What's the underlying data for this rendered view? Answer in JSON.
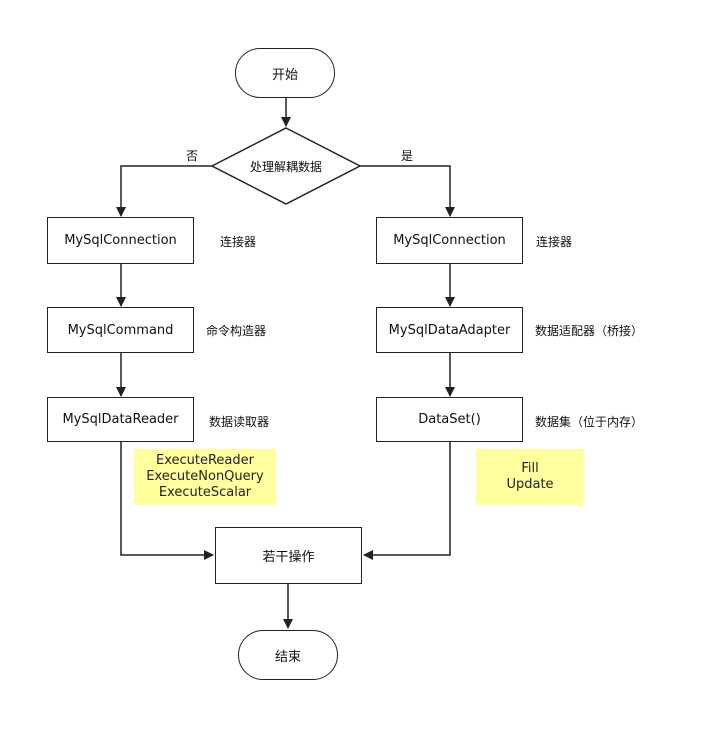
{
  "colors": {
    "stroke": "#222222",
    "note_bg": "#ffff9e",
    "note_fold": "#d8d880"
  },
  "nodes": {
    "start": "开始",
    "decision": "处理解耦数据",
    "left_conn": "MySqlConnection",
    "left_cmd": "MySqlCommand",
    "left_reader": "MySqlDataReader",
    "right_conn": "MySqlConnection",
    "right_adapter": "MySqlDataAdapter",
    "right_dataset": "DataSet()",
    "ops": "若干操作",
    "end": "结束"
  },
  "edge_labels": {
    "no": "否",
    "yes": "是"
  },
  "side_labels": {
    "left_conn": "连接器",
    "left_cmd": "命令构造器",
    "left_reader": "数据读取器",
    "right_conn": "连接器",
    "right_adapter": "数据适配器（桥接）",
    "right_dataset": "数据集（位于内存）"
  },
  "notes": {
    "left": [
      "ExecuteReader",
      "ExecuteNonQuery",
      "ExecuteScalar"
    ],
    "right": [
      "Fill",
      "Update"
    ]
  }
}
